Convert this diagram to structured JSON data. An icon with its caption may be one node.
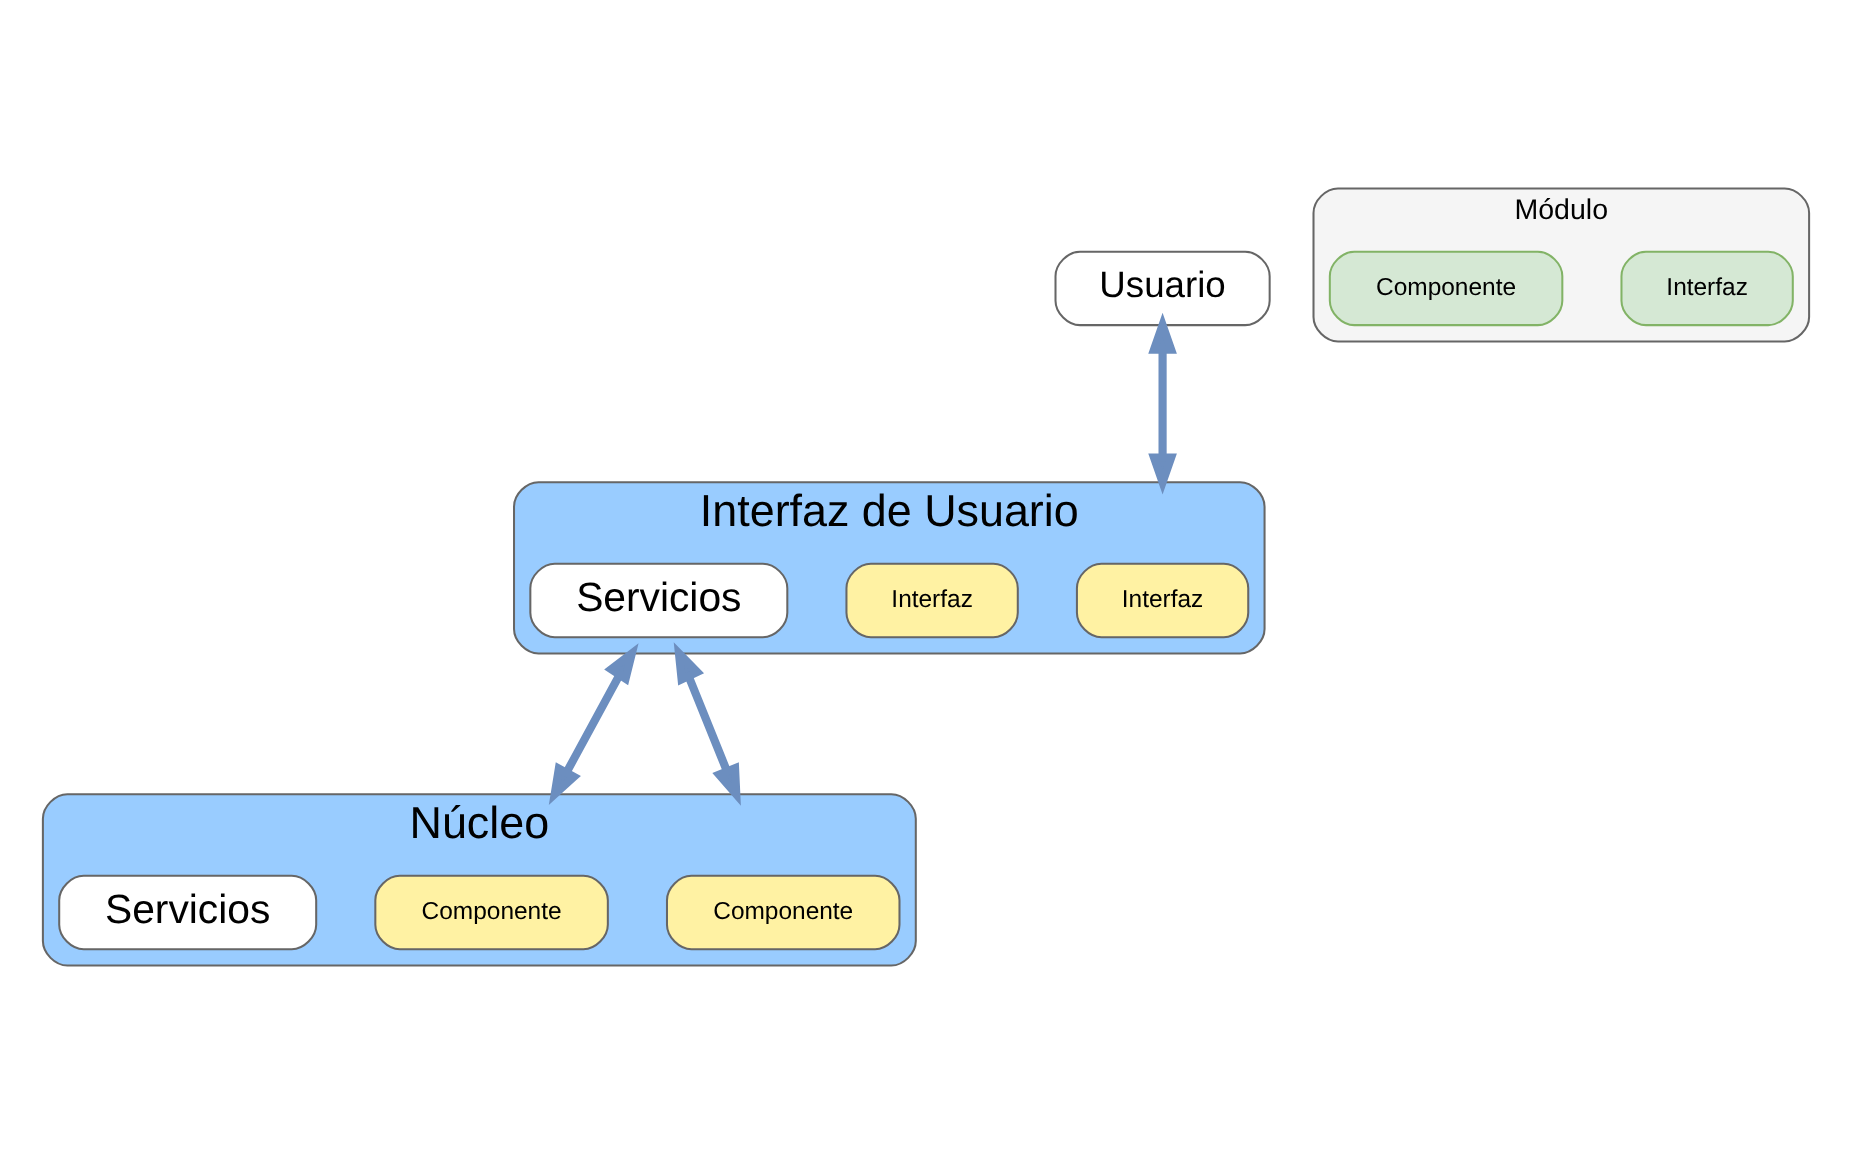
{
  "diagram": {
    "nodes": [
      {
        "text": [
          "Usuario"
        ]
      },
      {
        "text": [
          "Interfaz de Usuario"
        ]
      },
      {
        "text": [
          "Interfaz"
        ],
        "in": 1
      },
      {
        "text": [
          "Interfaz"
        ],
        "in": 1
      },
      {
        "text": [
          "Servicios"
        ],
        "in": 1
      },
      {
        "text": [
          "Núcleo"
        ]
      },
      {
        "text": [
          "Componente"
        ],
        "in": 5
      },
      {
        "text": [
          "Componente"
        ],
        "in": 5
      },
      {
        "text": [
          "Servicios"
        ],
        "in": 5
      },
      {
        "text": [
          "Módulo"
        ]
      },
      {
        "text": [
          "Interfaz"
        ],
        "in": 9
      },
      {
        "text": [
          "Componente"
        ],
        "in": 9
      }
    ],
    "edges": [
      {
        "from": 0,
        "to": 1,
        "arrow": "both"
      },
      {
        "from": 1,
        "to": 5,
        "arrow": "both"
      },
      {
        "from": 1,
        "to": 5,
        "arrow": "both"
      }
    ]
  }
}
